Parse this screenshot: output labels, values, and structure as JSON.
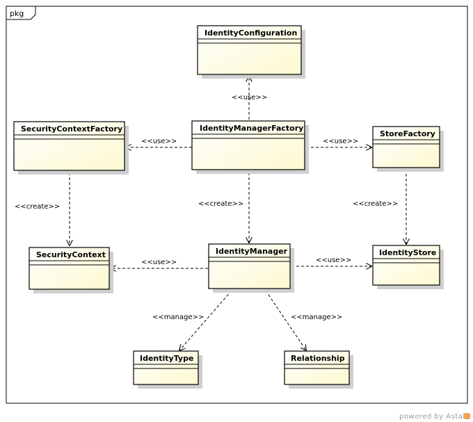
{
  "package": {
    "label": "pkg"
  },
  "classes": {
    "identity_configuration": "IdentityConfiguration",
    "security_context_factory": "SecurityContextFactory",
    "identity_manager_factory": "IdentityManagerFactory",
    "store_factory": "StoreFactory",
    "security_context": "SecurityContext",
    "identity_manager": "IdentityManager",
    "identity_store": "IdentityStore",
    "identity_type": "IdentityType",
    "relationship": "Relationship"
  },
  "stereotypes": {
    "use": "<<use>>",
    "create": "<<create>>",
    "manage": "<<manage>>"
  },
  "watermark": {
    "text": "powered by Astah"
  }
}
